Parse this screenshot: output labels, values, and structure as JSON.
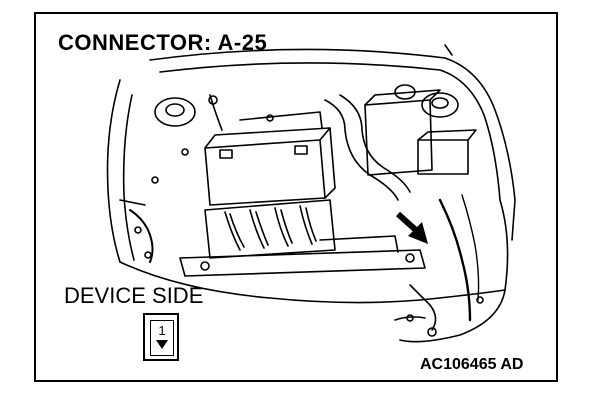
{
  "diagram": {
    "title": "CONNECTOR: A-25",
    "device_side_label": "DEVICE SIDE",
    "pin_number": "1",
    "figure_id": "AC106465 AD"
  }
}
